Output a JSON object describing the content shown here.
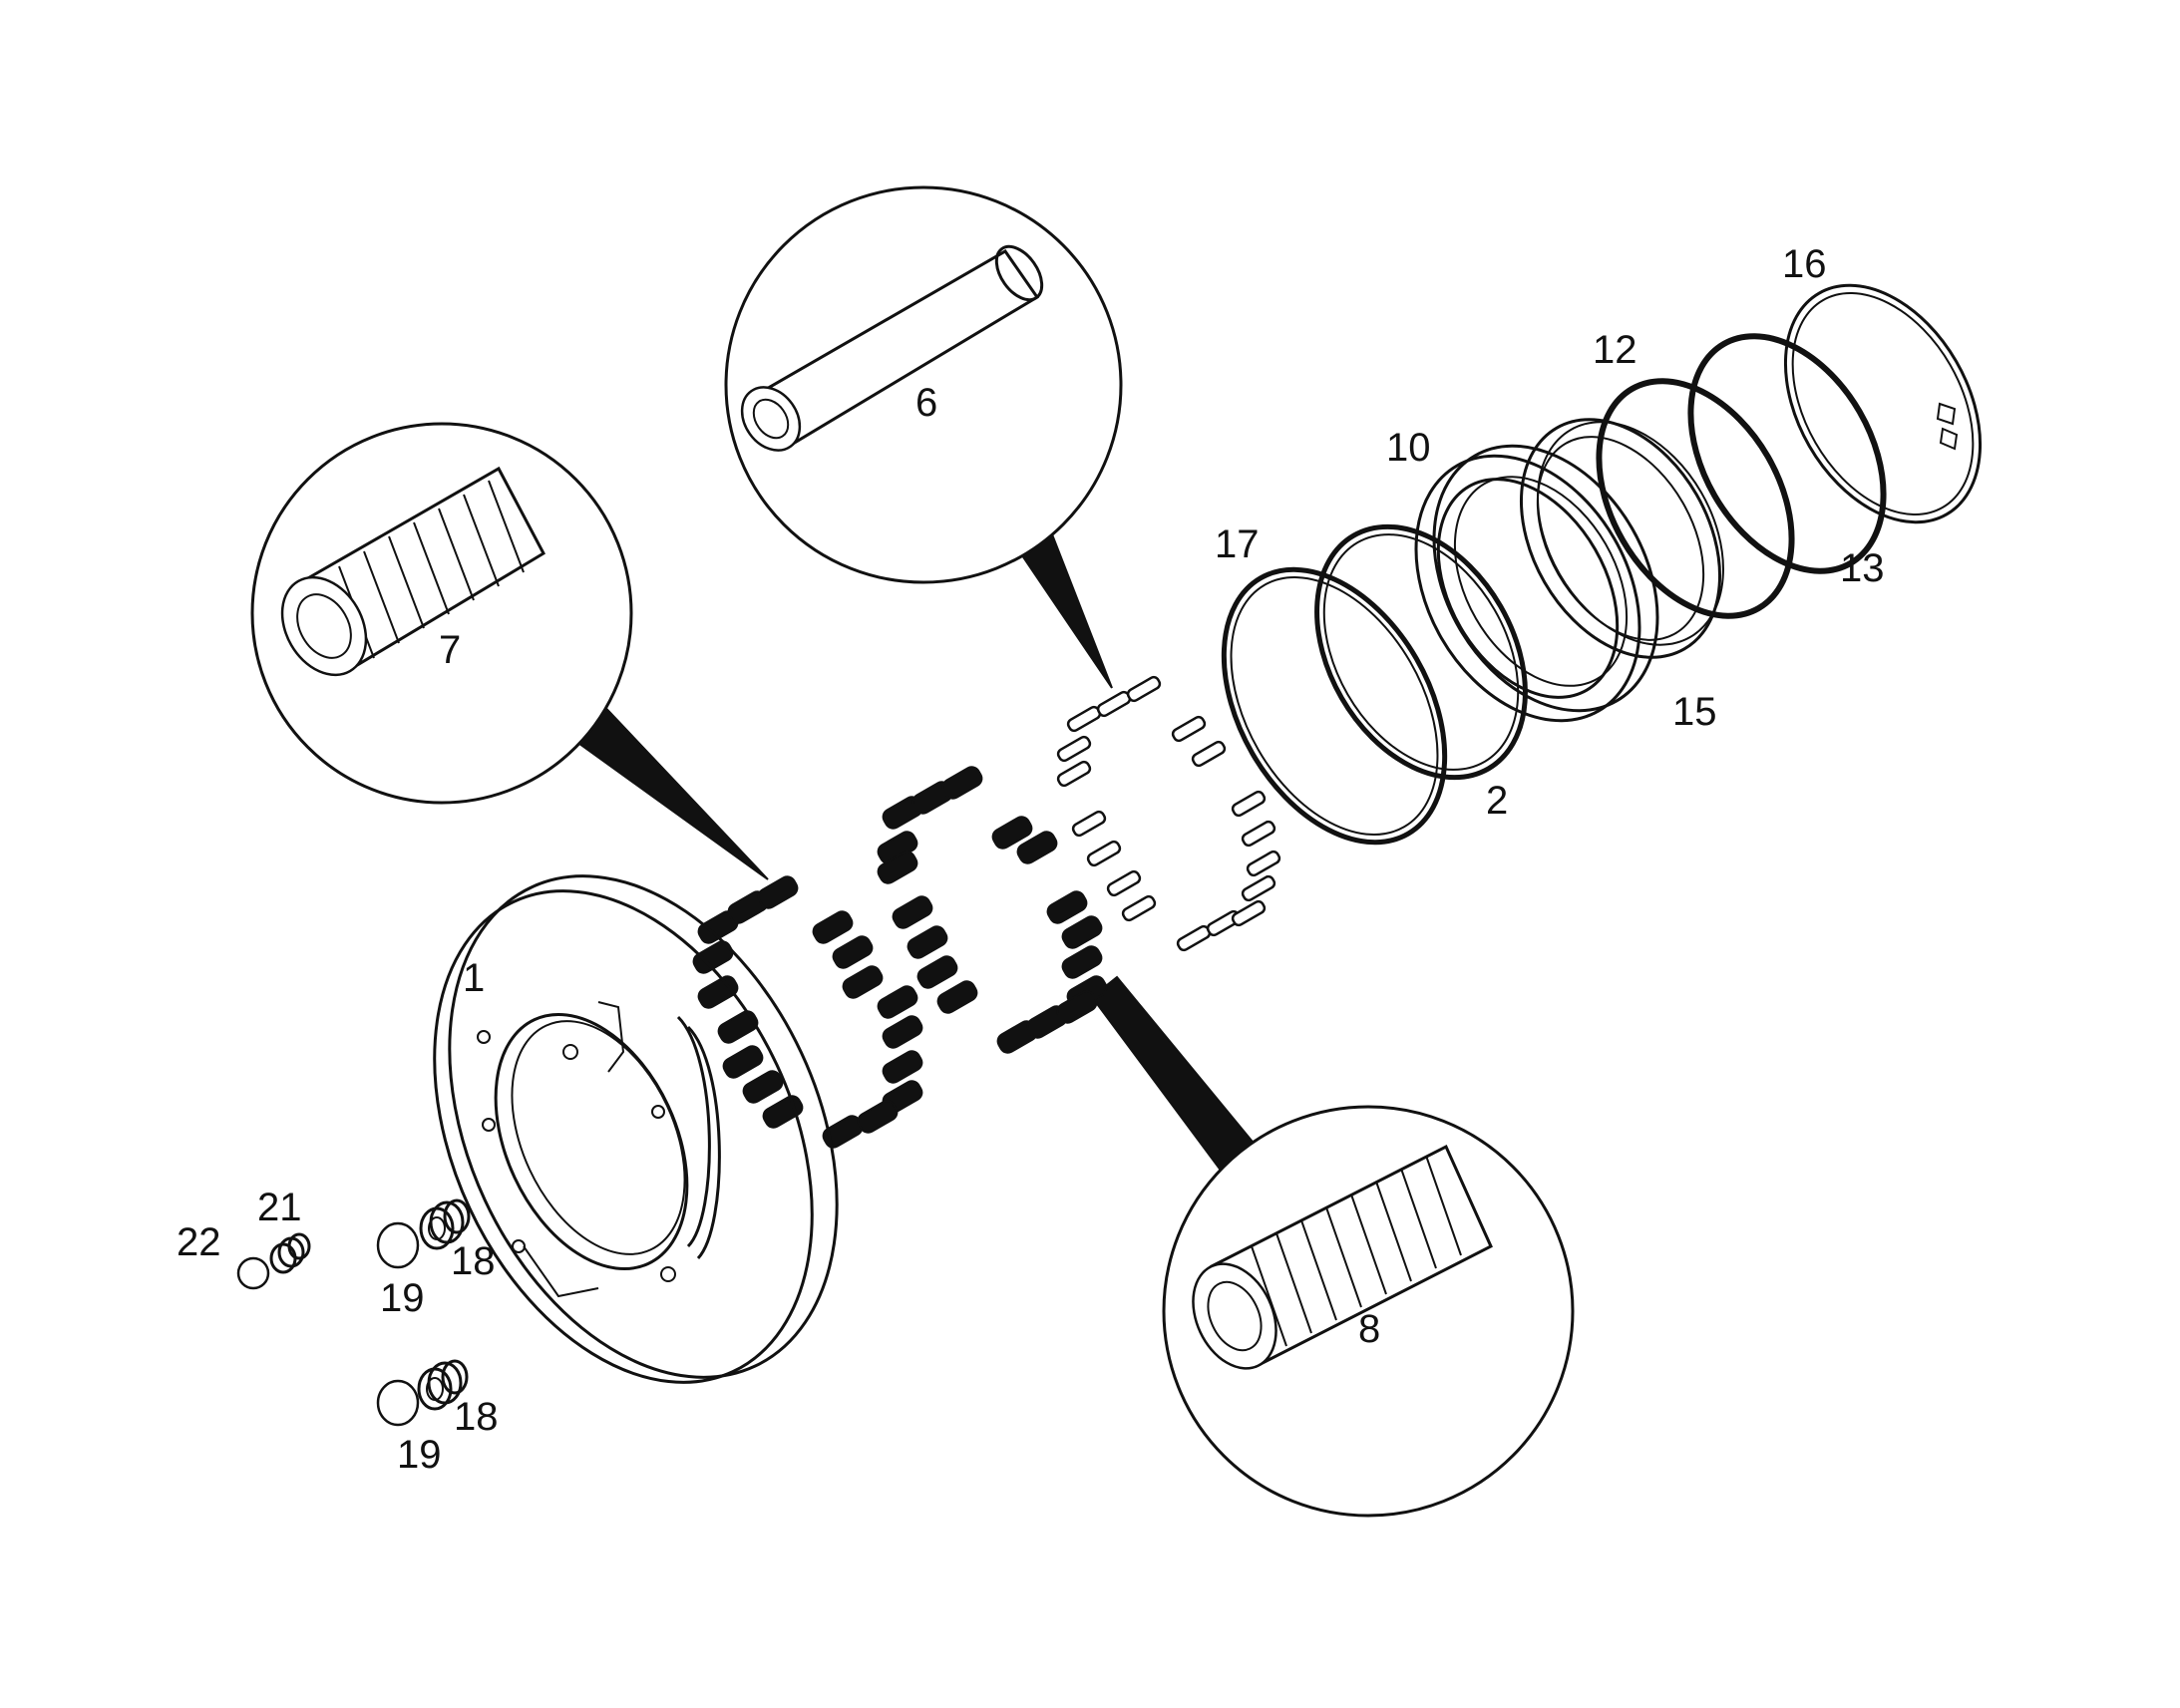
{
  "diagram": {
    "labels": {
      "p1": "1",
      "p2": "2",
      "p6": "6",
      "p7": "7",
      "p8": "8",
      "p10": "10",
      "p12": "12",
      "p13": "13",
      "p15": "15",
      "p16": "16",
      "p17": "17",
      "p18a": "18",
      "p18b": "18",
      "p19a": "19",
      "p19b": "19",
      "p21": "21",
      "p22": "22"
    },
    "colors": {
      "line": "#111111",
      "background": "#ffffff"
    }
  }
}
